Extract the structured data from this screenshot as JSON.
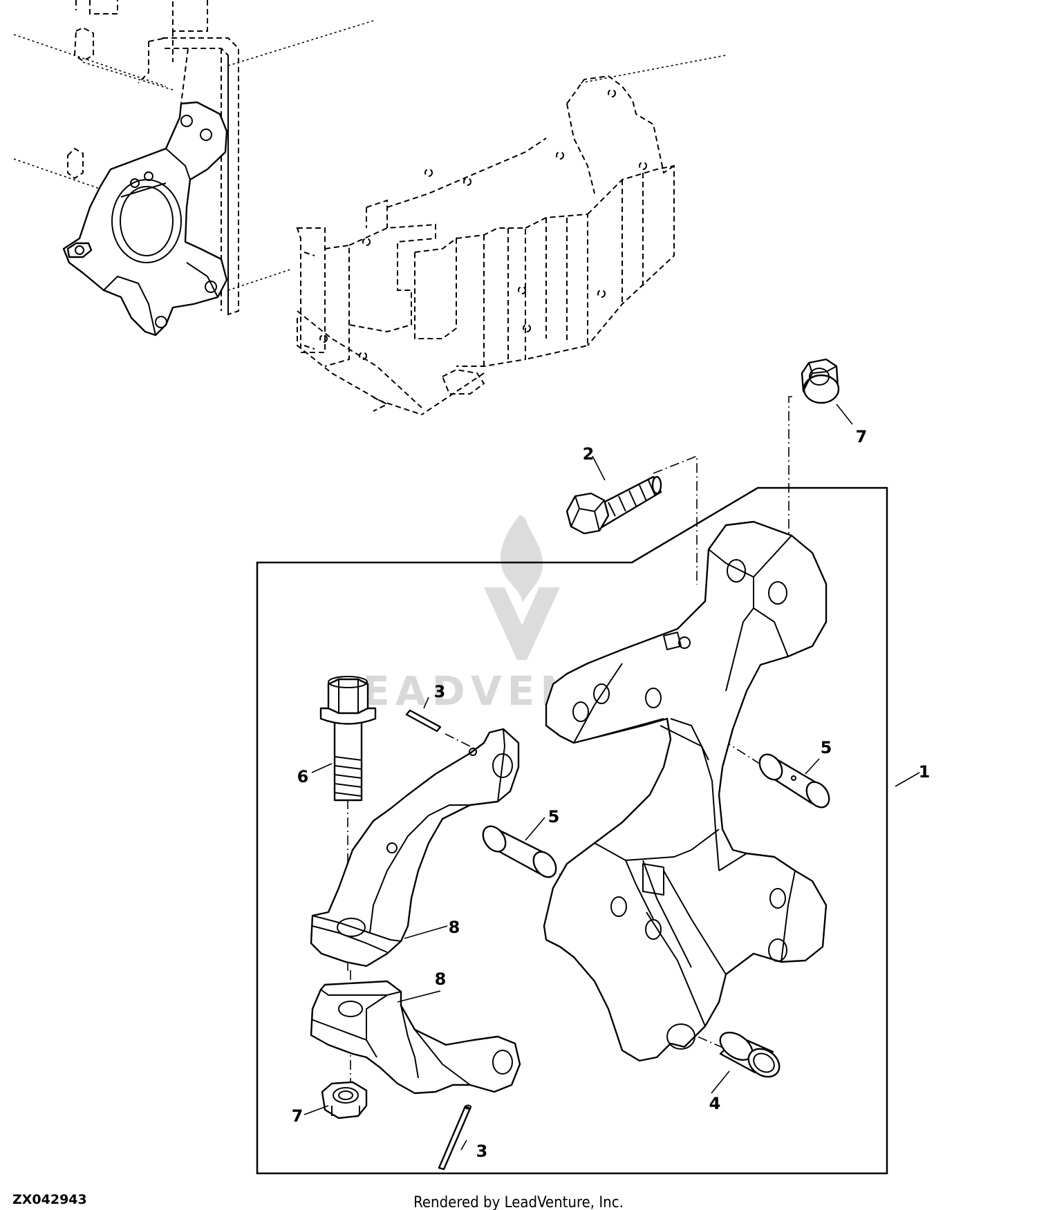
{
  "figure_id": "ZX042943",
  "credit": "Rendered by LeadVenture, Inc.",
  "watermark": {
    "text": "LEADVENTURE"
  },
  "callouts": [
    {
      "id": "c1",
      "label": "1"
    },
    {
      "id": "c2",
      "label": "2"
    },
    {
      "id": "c3a",
      "label": "3"
    },
    {
      "id": "c3b",
      "label": "3"
    },
    {
      "id": "c4",
      "label": "4"
    },
    {
      "id": "c5a",
      "label": "5"
    },
    {
      "id": "c5b",
      "label": "5"
    },
    {
      "id": "c6",
      "label": "6"
    },
    {
      "id": "c7a",
      "label": "7"
    },
    {
      "id": "c7b",
      "label": "7"
    },
    {
      "id": "c8a",
      "label": "8"
    },
    {
      "id": "c8b",
      "label": "8"
    }
  ]
}
